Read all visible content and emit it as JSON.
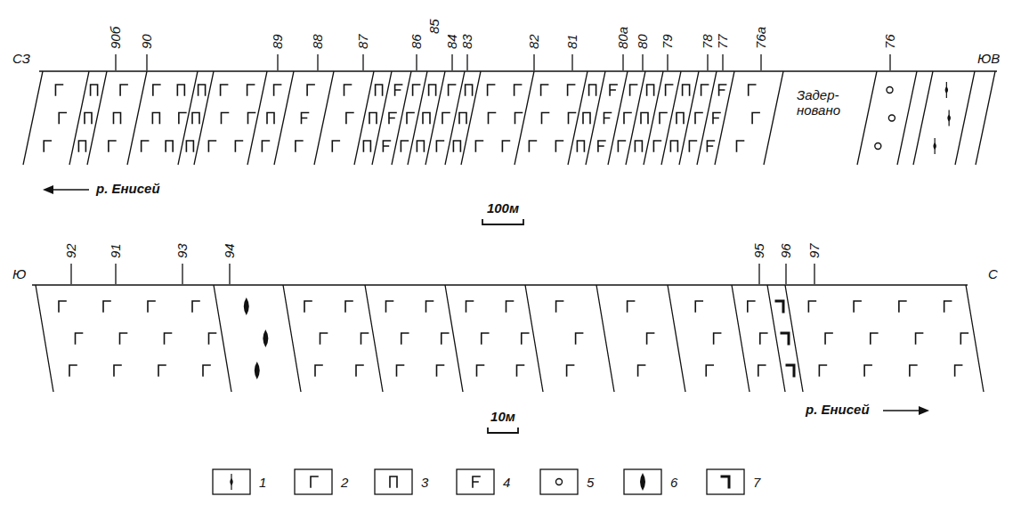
{
  "diagram": {
    "labels": [
      "90б",
      "90",
      "89",
      "88",
      "87",
      "86",
      "85",
      "84",
      "83",
      "82",
      "81",
      "80а",
      "80",
      "79",
      "78",
      "77",
      "76а",
      "76",
      "СЗ",
      "ЮВ",
      "Задер- новано",
      "р. Енисей",
      "100м",
      "92",
      "91",
      "93",
      "94",
      "95",
      "96",
      "97",
      "Ю",
      "С",
      "10м",
      "р. Енисей"
    ],
    "legend": [
      {
        "text": "1"
      },
      {
        "text": "2"
      },
      {
        "text": "3"
      },
      {
        "text": "4"
      },
      {
        "text": "5"
      },
      {
        "text": "6"
      },
      {
        "text": "7"
      }
    ]
  }
}
